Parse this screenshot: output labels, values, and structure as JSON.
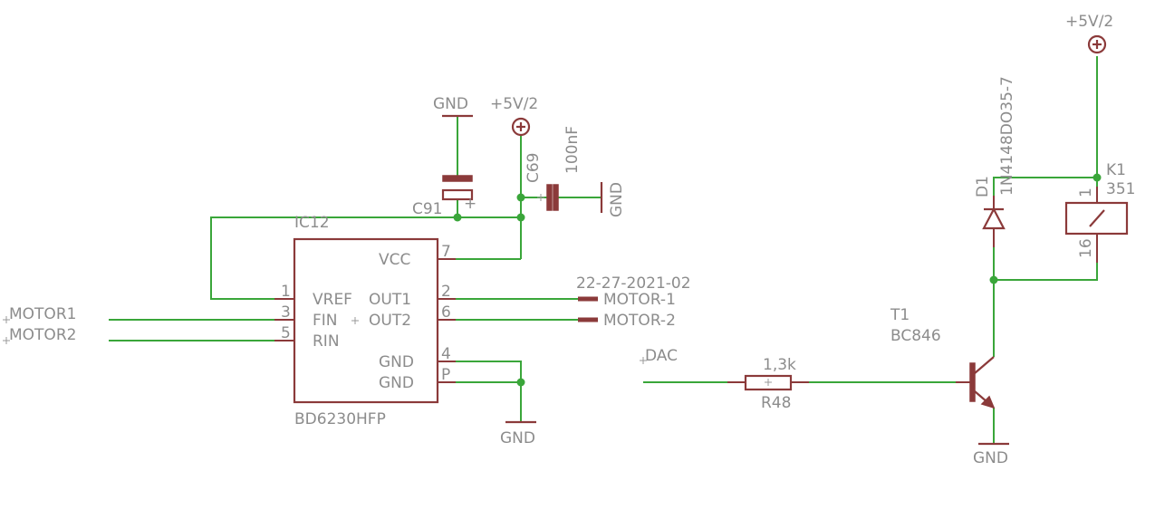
{
  "ic": {
    "name": "IC12",
    "value": "BD6230HFP",
    "pins": {
      "p1": "1",
      "p3": "3",
      "p5": "5",
      "p7": "7",
      "p2": "2",
      "p6": "6",
      "p4": "4",
      "pP": "P"
    },
    "inner": {
      "vcc": "VCC",
      "vref": "VREF",
      "fin": "FIN",
      "rin": "RIN",
      "out1": "OUT1",
      "out2": "OUT2",
      "gnd1": "GND",
      "gnd2": "GND"
    }
  },
  "nets": {
    "motor1_in": "MOTOR1",
    "motor2_in": "MOTOR2",
    "motor1_out": "MOTOR-1",
    "motor2_out": "MOTOR-2",
    "connector": "22-27-2021-02",
    "dac": "DAC"
  },
  "power": {
    "gnd_top": "GND",
    "vcc_top": "+5V/2",
    "gnd_cap": "GND",
    "gnd_ic": "GND",
    "vcc_relay": "+5V/2",
    "gnd_transistor": "GND"
  },
  "caps": {
    "c91_name": "C91",
    "c69_name": "C69",
    "c69_value": "100nF"
  },
  "resistor": {
    "name": "R48",
    "value": "1,3k"
  },
  "diode": {
    "name": "D1",
    "value": "1N4148DO35-7"
  },
  "relay": {
    "name": "K1",
    "value": "351",
    "pin1": "1",
    "pin16": "16"
  },
  "transistor": {
    "name": "T1",
    "value": "BC846"
  }
}
